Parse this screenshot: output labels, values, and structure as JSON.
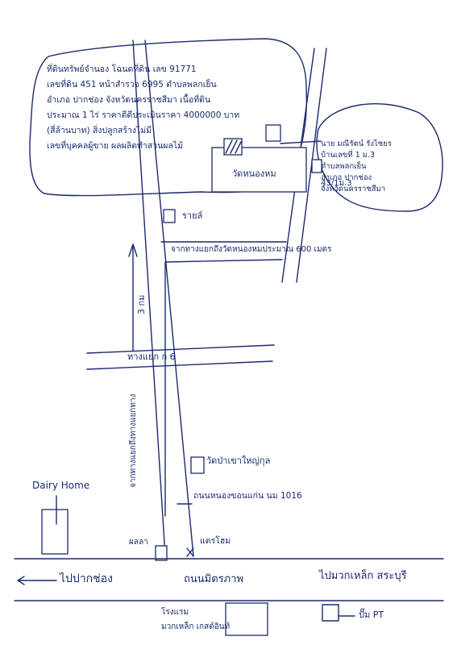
{
  "property_note": {
    "lines": [
      "ที่ดินทรัพย์จำนอง โฉนดที่ดิน เลข 91771",
      "เลขที่ดิน 451 หน้าสำรวจ 6995 ตำบลพลกเย็น",
      "อำเภอ ปากช่อง จังหวัดนครราชสีมา เนื้อที่ดิน",
      "ประมาณ 1 ไร่ ราคาตีตีประเมินราคา 4000000 บาท",
      "(สี่ล้านบาท) สิ่งปลูกสร้างไม่มี",
      "เลขที่บุคคลผู้ขาย ผลผลิตทำสวนผลไม้"
    ]
  },
  "owner_note": {
    "lines": [
      "นาย มณีรัตน์ รังไชยร",
      "บ้านเลขที่ 1 ม.3",
      "ตำบลพลกเย็น",
      "อำเภอ ปากช่อง",
      "จังหวัดนครราชสีมา"
    ]
  },
  "labels": {
    "temple_building": "วัดหนองหม",
    "house_number": "43/1ม.3",
    "small_lane": "รายล์",
    "temple_distance": "จากทางแยกถึงวัดหนองหมประมาณ 600 เมตร",
    "km_marker": "3 กม",
    "crossroad": "ทางแยก ก 6",
    "vertical_road": "จากทางแยกถึงทางแยกทาง",
    "temple_south": "วัดป่าเขาใหญ่กุล",
    "road_name": "ถนนหนองขอนแก่น นม 1016",
    "dairy_home": "Dairy Home",
    "shop_left": "ผลลา",
    "shop_right": "แตรโฮม",
    "to_left": "ไปปากช่อง",
    "main_road": "ถนนมิตรภาพ",
    "to_right": "ไปมวกเหล็ก สระบุรี",
    "pump": "ปั๊ม PT",
    "hotel_line1": "โรงแรม",
    "hotel_line2": "มวกเหล็ก เกสต์อินท์"
  },
  "colors": {
    "ink": "#1a2a6c",
    "paper": "#ffffff"
  }
}
